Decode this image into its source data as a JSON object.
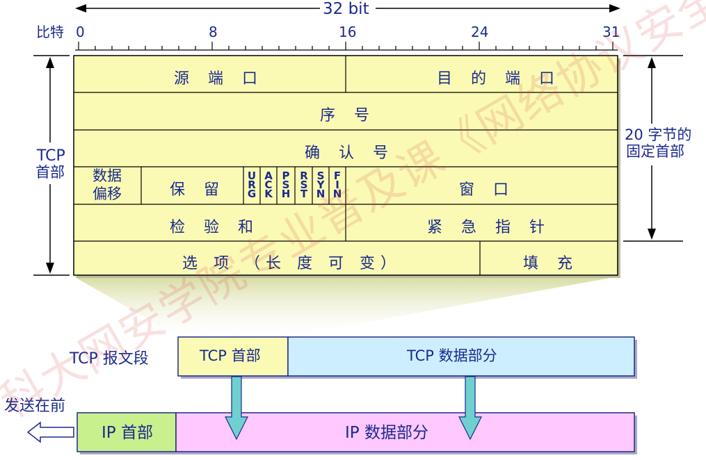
{
  "header": {
    "width_label": "32 bit",
    "bit_label": "比特",
    "ticks": [
      "0",
      "8",
      "16",
      "24",
      "31"
    ]
  },
  "left_label": {
    "line1": "TCP",
    "line2": "首部"
  },
  "right_label": {
    "line1": "20 字节的",
    "line2": "固定首部"
  },
  "fields": {
    "src_port": "源 端 口",
    "dst_port": "目 的 端 口",
    "seq": "序  号",
    "ack": "确  认  号",
    "offset_line1": "数据",
    "offset_line2": "偏移",
    "reserved": "保  留",
    "flags": [
      "URG",
      "ACK",
      "PSH",
      "RST",
      "SYN",
      "FIN"
    ],
    "window": "窗  口",
    "checksum": "检 验 和",
    "urgent": "紧 急 指 针",
    "options": "选 项 （长 度 可 变）",
    "padding": "填  充"
  },
  "segment": {
    "label": "TCP 报文段",
    "header": "TCP 首部",
    "data": "TCP 数据部分"
  },
  "ip": {
    "send_first": "发送在前",
    "header": "IP 首部",
    "data": "IP 数据部分"
  },
  "watermark": "科大网安学院专业普及课《网络协议安全》",
  "colors": {
    "text": "#1a2a8c",
    "header_fill": "#fafab4",
    "tcp_data_fill": "#cceeff",
    "ip_header_fill": "#c8f08c",
    "ip_data_fill": "#ffc8ff",
    "arrow_fill": "#6fd0d0"
  }
}
